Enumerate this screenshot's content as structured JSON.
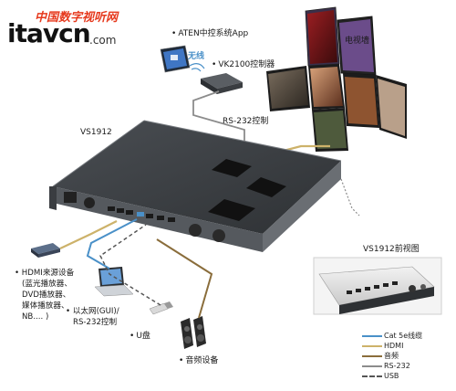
{
  "logo": {
    "top": "中国数字视听网",
    "main": "itavcn",
    "suffix": ".com"
  },
  "labels": {
    "app": "ATEN中控系统App",
    "wireless": "无线",
    "controller": "VK2100控制器",
    "video_wall": "电视墙",
    "rs232_control": "RS-232控制",
    "device": "VS1912",
    "front_view": "VS1912前视图",
    "hdmi_source": [
      "HDMI来源设备",
      "(蓝光播放器、",
      "DVD播放器、",
      "媒体播放器、",
      "NB.... )"
    ],
    "ethernet": [
      "以太网(GUI)/",
      "RS-232控制"
    ],
    "usb_drive": "U盘",
    "audio_device": "音频设备"
  },
  "legend": [
    {
      "label": "Cat 5e线缆",
      "color": "#4a90c8",
      "style": "solid"
    },
    {
      "label": "HDMI",
      "color": "#cdb26a",
      "style": "solid"
    },
    {
      "label": "音频",
      "color": "#8a6d3b",
      "style": "solid"
    },
    {
      "label": "RS-232",
      "color": "#8c8c8c",
      "style": "solid"
    },
    {
      "label": "USB",
      "color": "#555555",
      "style": "dashed"
    }
  ],
  "colors": {
    "chassis_top": "#3b3e42",
    "chassis_side": "#55595e",
    "chassis_edge": "#75797e",
    "cat5e": "#4a90c8",
    "hdmi": "#cdb26a",
    "audio": "#8a6d3b",
    "rs232": "#8c8c8c",
    "usb": "#555555"
  }
}
